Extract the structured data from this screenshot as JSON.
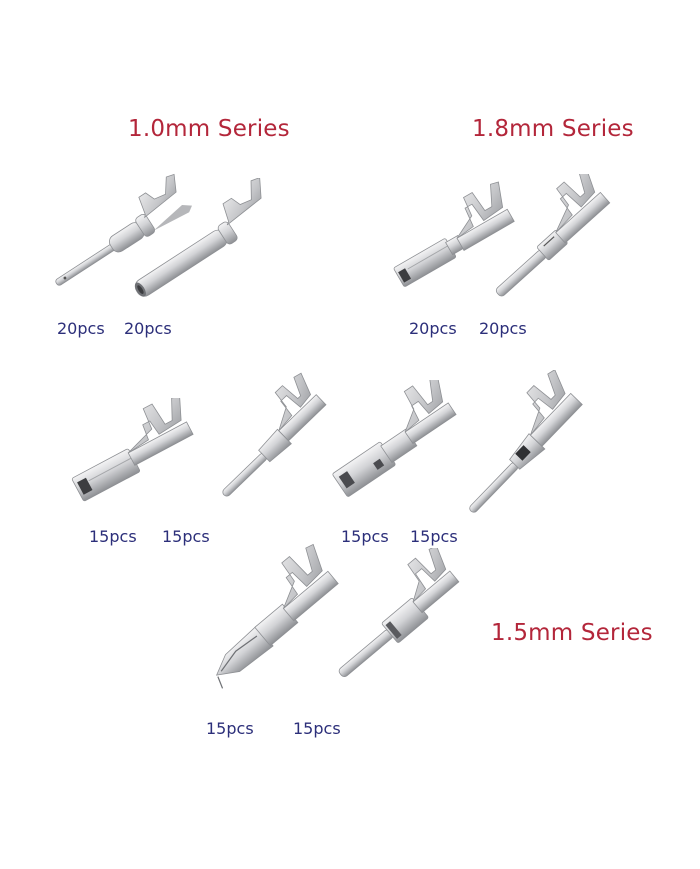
{
  "colors": {
    "series_title": "#b3263a",
    "quantity_label": "#2c2f7a",
    "metal_light": "#e9e9ea",
    "metal_mid": "#c4c5c8",
    "metal_dark": "#8e9094",
    "background": "#ffffff"
  },
  "series": [
    {
      "title": "1.0mm Series",
      "terminals": [
        {
          "type": "male-pin",
          "quantity": "20pcs"
        },
        {
          "type": "female-tube",
          "quantity": "20pcs"
        }
      ]
    },
    {
      "title": "1.8mm Series",
      "terminals": [
        {
          "type": "female-box",
          "quantity": "20pcs"
        },
        {
          "type": "male-blade",
          "quantity": "20pcs"
        }
      ]
    },
    {
      "title": "1.5mm Series",
      "terminals": [
        {
          "type": "female-box",
          "quantity": "15pcs"
        },
        {
          "type": "male-pin",
          "quantity": "15pcs"
        },
        {
          "type": "female-box-latched",
          "quantity": "15pcs"
        },
        {
          "type": "male-pin-windowed",
          "quantity": "15pcs"
        },
        {
          "type": "female-spring",
          "quantity": "15pcs"
        },
        {
          "type": "male-blade",
          "quantity": "15pcs"
        }
      ]
    }
  ]
}
